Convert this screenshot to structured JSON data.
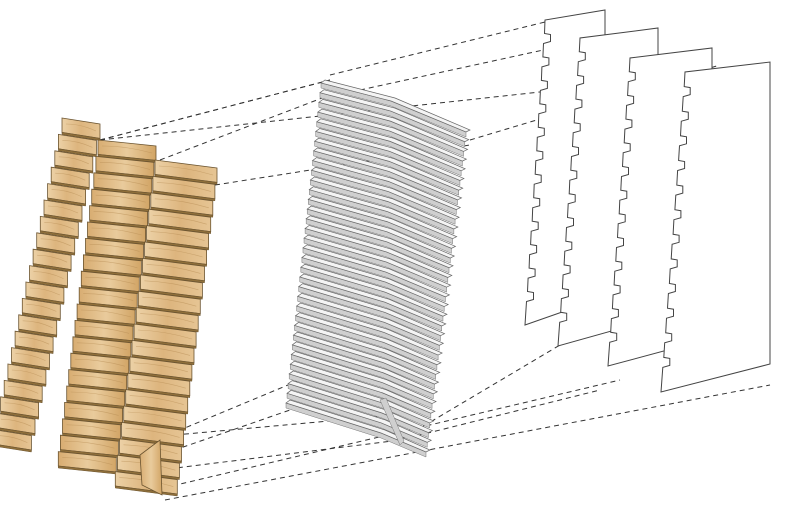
{
  "figure": {
    "kind": "exploded axonometric assembly",
    "colors": {
      "wood_light": "#e8c99a",
      "wood_mid": "#d9b27a",
      "wood_dark": "#c89a5c",
      "fin_face": "#f4f4f4",
      "fin_edge": "#cfcfcf",
      "line": "#333333"
    },
    "layers": [
      {
        "name": "wood-cladding-boards",
        "columns": 3,
        "rows_per_column": 20
      },
      {
        "name": "grey-fin-stack",
        "fins": 34
      },
      {
        "name": "notched-support-plates",
        "plates": 4,
        "notches_per_plate": 13
      }
    ]
  }
}
